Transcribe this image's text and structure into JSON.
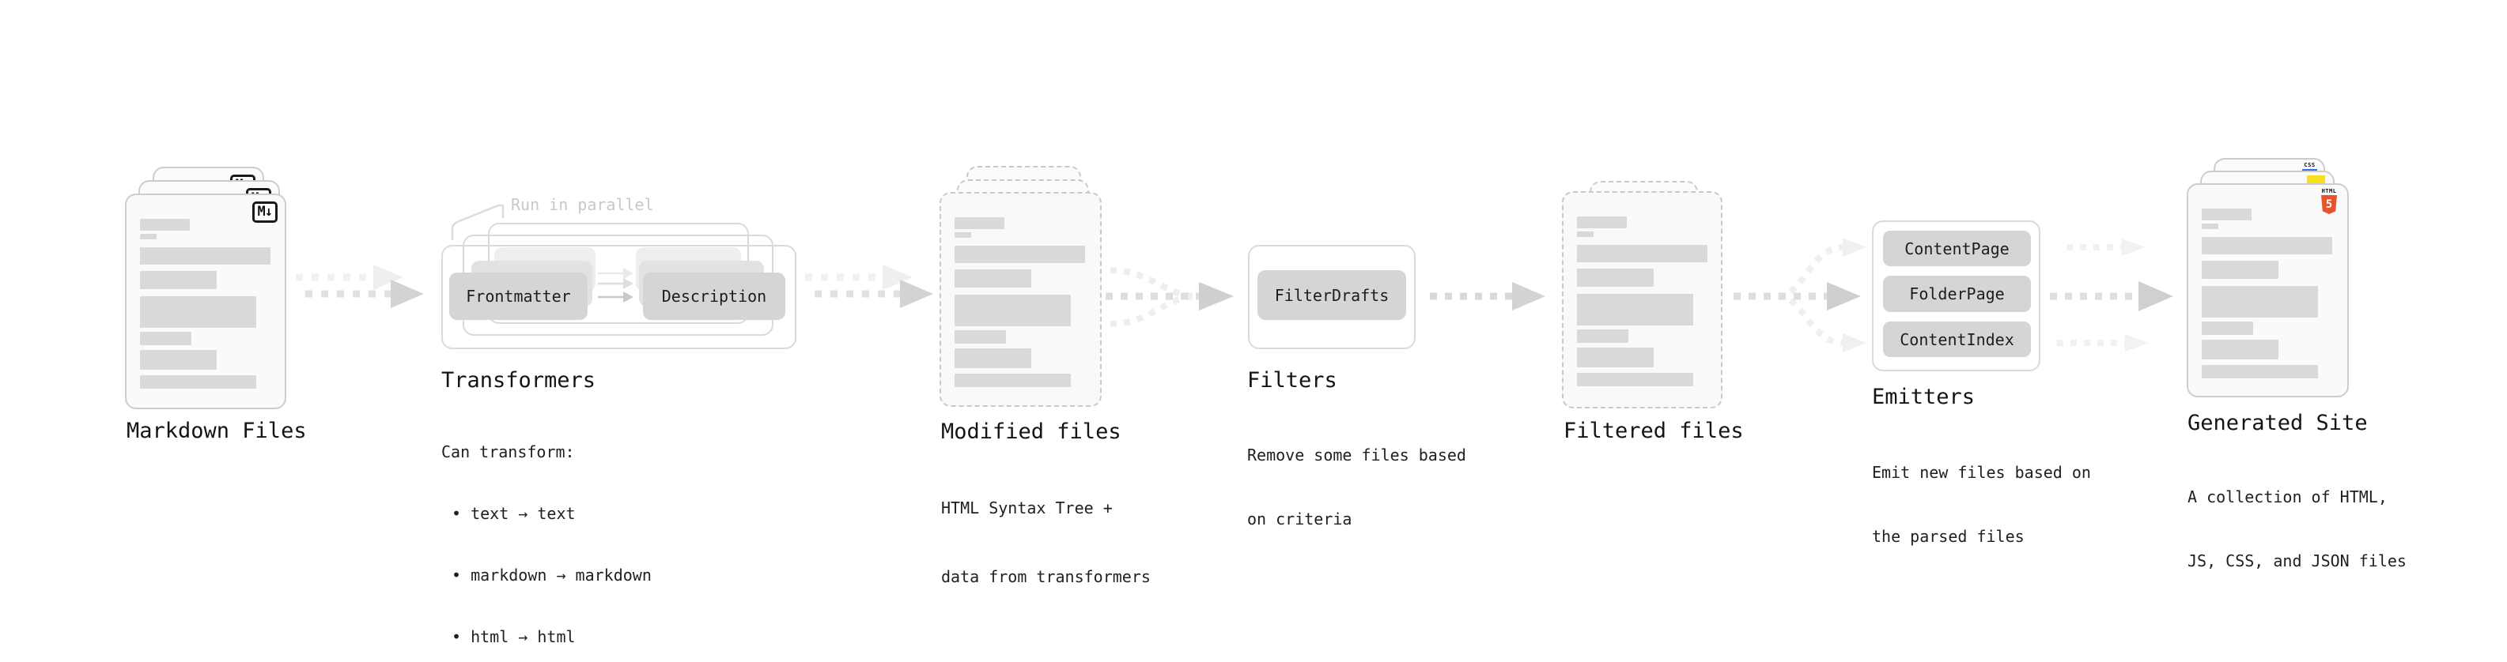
{
  "stages": {
    "markdown_files": {
      "title": "Markdown Files",
      "badge": "M↓"
    },
    "transformers": {
      "title": "Transformers",
      "annotation": "Run in parallel",
      "pills": [
        "Frontmatter",
        "Description"
      ],
      "caption": [
        "Can transform:",
        "• text → text",
        "• markdown → markdown",
        "• html → html"
      ]
    },
    "modified_files": {
      "title": "Modified files",
      "caption": [
        "HTML Syntax Tree +",
        "data from transformers"
      ]
    },
    "filters": {
      "title": "Filters",
      "pills": [
        "FilterDrafts"
      ],
      "caption": [
        "Remove some files based",
        "on criteria"
      ]
    },
    "filtered_files": {
      "title": "Filtered files"
    },
    "emitters": {
      "title": "Emitters",
      "pills": [
        "ContentPage",
        "FolderPage",
        "ContentIndex"
      ],
      "caption": [
        "Emit new files based on",
        "the parsed files"
      ]
    },
    "generated_site": {
      "title": "Generated Site",
      "caption": [
        "A collection of HTML,",
        "JS, CSS, and JSON files"
      ],
      "badges": {
        "html5_label": "HTML",
        "html5_number": "5",
        "css_label": "CSS"
      }
    }
  },
  "colors": {
    "html5_orange": "#e8532b",
    "js_yellow": "#f7df1e",
    "css_blue": "#2f6fe4",
    "placeholder_gray": "#d9d9d9"
  }
}
